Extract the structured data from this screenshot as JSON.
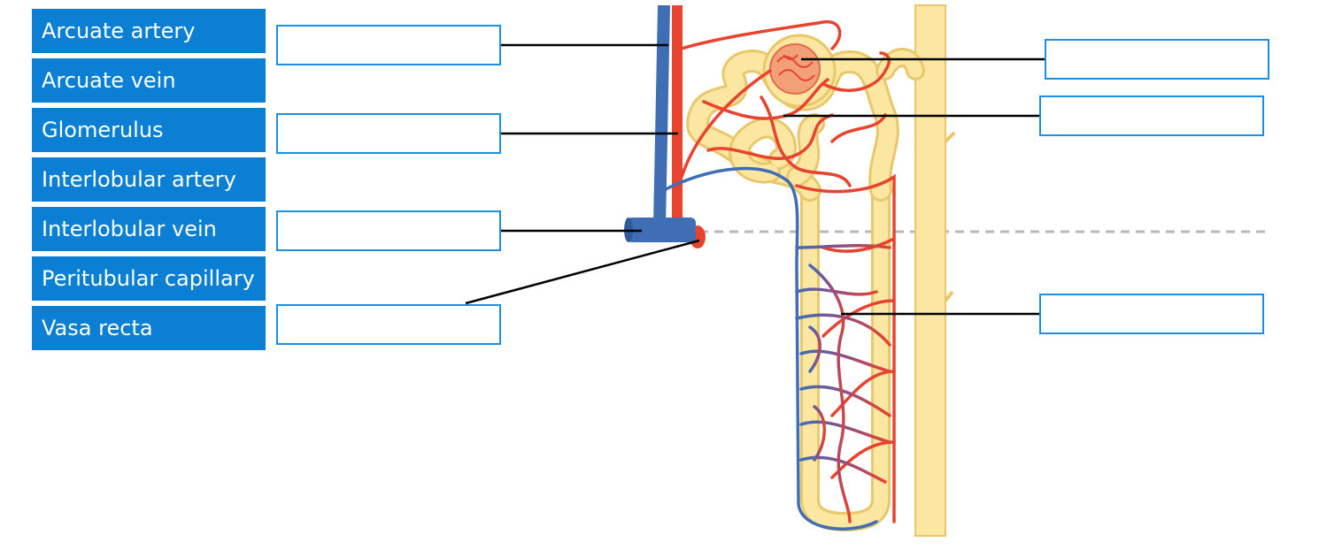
{
  "label_bank": {
    "items": [
      {
        "label": "Arcuate artery"
      },
      {
        "label": "Arcuate vein"
      },
      {
        "label": "Glomerulus"
      },
      {
        "label": "Interlobular artery"
      },
      {
        "label": "Interlobular vein"
      },
      {
        "label": "Peritubular capillary"
      },
      {
        "label": "Vasa recta"
      }
    ]
  },
  "drop_targets": {
    "count": 7,
    "values": [
      "",
      "",
      "",
      "",
      "",
      "",
      ""
    ]
  },
  "colors": {
    "tile_bg": "#0a7fd4",
    "tile_text": "#ffffff",
    "drop_border": "#1a8fe3",
    "artery": "#e8432f",
    "vein": "#3f6eb5",
    "tubule": "#fbe6a2",
    "tubule_outline": "#e8c86a",
    "leader": "#000000",
    "corticomedullary_line": "#b0b0b0"
  },
  "icons": [
    "nephron-illustration"
  ]
}
